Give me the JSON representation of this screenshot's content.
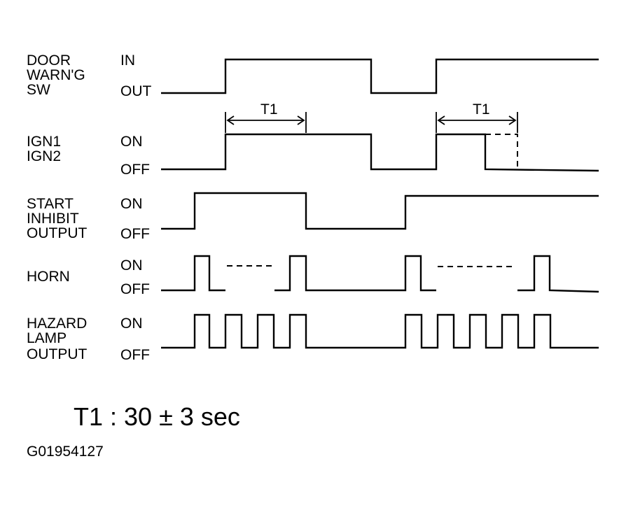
{
  "signals": [
    {
      "name_lines": [
        "DOOR",
        "WARN'G",
        "SW"
      ],
      "high_label": "IN",
      "low_label": "OUT"
    },
    {
      "name_lines": [
        "IGN1",
        "IGN2"
      ],
      "high_label": "ON",
      "low_label": "OFF"
    },
    {
      "name_lines": [
        "START",
        "INHIBIT",
        "OUTPUT"
      ],
      "high_label": "ON",
      "low_label": "OFF"
    },
    {
      "name_lines": [
        "HORN"
      ],
      "high_label": "ON",
      "low_label": "OFF"
    },
    {
      "name_lines": [
        "HAZARD",
        "LAMP",
        "OUTPUT"
      ],
      "high_label": "ON",
      "low_label": "OFF"
    }
  ],
  "interval_label": "T1",
  "footnote": "T1 : 30 ± 3 sec",
  "figure_code": "G01954127"
}
